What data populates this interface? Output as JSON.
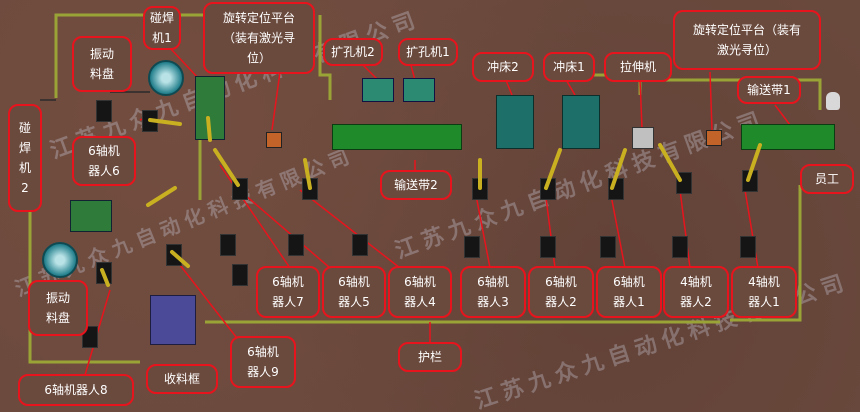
{
  "watermark": "江苏九众九自动化科技有限公司",
  "colors": {
    "label_border": "#e8141d",
    "conveyor": "#1e8a2a",
    "press": "#1d6f6a",
    "fence": "#9aa436"
  },
  "labels": {
    "spot_welder_1": "碰焊\n机1",
    "rotary_platform_left": "旋转定位平台\n（装有激光寻\n位）",
    "vibration_feeder_1": "振动\n料盘",
    "robot6_6": "6轴机\n器人6",
    "reamer_2": "扩孔机2",
    "reamer_1": "扩孔机1",
    "press_2": "冲床2",
    "press_1": "冲床1",
    "stretcher": "拉伸机",
    "rotary_platform_right": "旋转定位平台（装有\n激光寻位）",
    "conveyor_1": "输送带1",
    "conveyor_2": "输送带2",
    "worker": "员工",
    "spot_welder_2": "碰\n焊\n机\n2",
    "vibration_feeder_2": "振动\n料盘",
    "robot6_7": "6轴机\n器人7",
    "robot6_5": "6轴机\n器人5",
    "robot6_4": "6轴机\n器人4",
    "robot6_3": "6轴机\n器人3",
    "robot6_2": "6轴机\n器人2",
    "robot6_1": "6轴机\n器人1",
    "robot4_2": "4轴机\n器人2",
    "robot4_1": "4轴机\n器人1",
    "robot6_9": "6轴机\n器人9",
    "fence": "护栏",
    "bin": "收料框",
    "robot6_8": "6轴机器人8"
  }
}
